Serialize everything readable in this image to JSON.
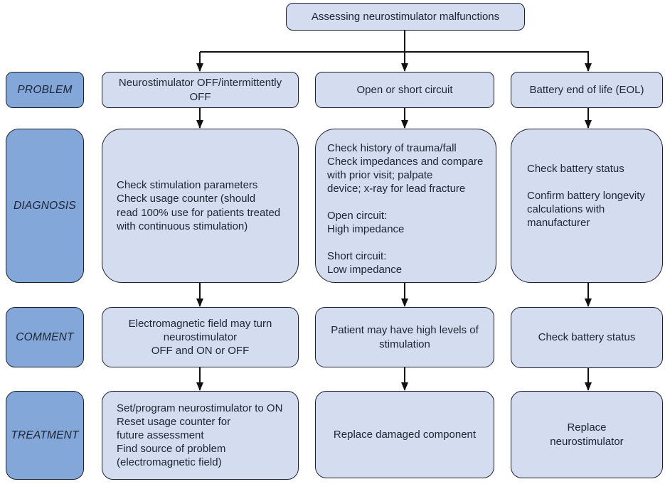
{
  "diagram": {
    "title": "Assessing neurostimulator malfunctions",
    "row_labels": {
      "problem": "PROBLEM",
      "diagnosis": "DIAGNOSIS",
      "comment": "COMMENT",
      "treatment": "TREATMENT"
    },
    "columns": [
      {
        "problem": "Neurostimulator OFF/intermittently OFF",
        "diagnosis": "Check stimulation parameters\nCheck usage counter (should\nread 100% use for patients treated\nwith continuous stimulation)",
        "comment": "Electromagnetic field may turn\nneurostimulator\nOFF and ON or OFF",
        "treatment": "Set/program neurostimulator to ON\nReset usage counter for\nfuture assessment\nFind source of problem\n(electromagnetic field)"
      },
      {
        "problem": "Open or short circuit",
        "diagnosis": "Check history of trauma/fall\nCheck impedances and compare\nwith prior visit; palpate\ndevice; x-ray for lead fracture\n\nOpen circuit:\nHigh impedance\n\nShort circuit:\nLow impedance",
        "comment": "Patient may have high levels of\nstimulation",
        "treatment": "Replace damaged component"
      },
      {
        "problem": "Battery end of life (EOL)",
        "diagnosis": "Check battery status\n\nConfirm battery longevity\ncalculations with\nmanufacturer",
        "comment": "Check battery status",
        "treatment": "Replace\nneurostimulator"
      }
    ],
    "colors": {
      "node_fill": "#d4ddef",
      "label_fill": "#83a7d8",
      "border": "#1d202c",
      "text": "#1d2433",
      "background": "#ffffff",
      "connector": "#111111"
    }
  }
}
